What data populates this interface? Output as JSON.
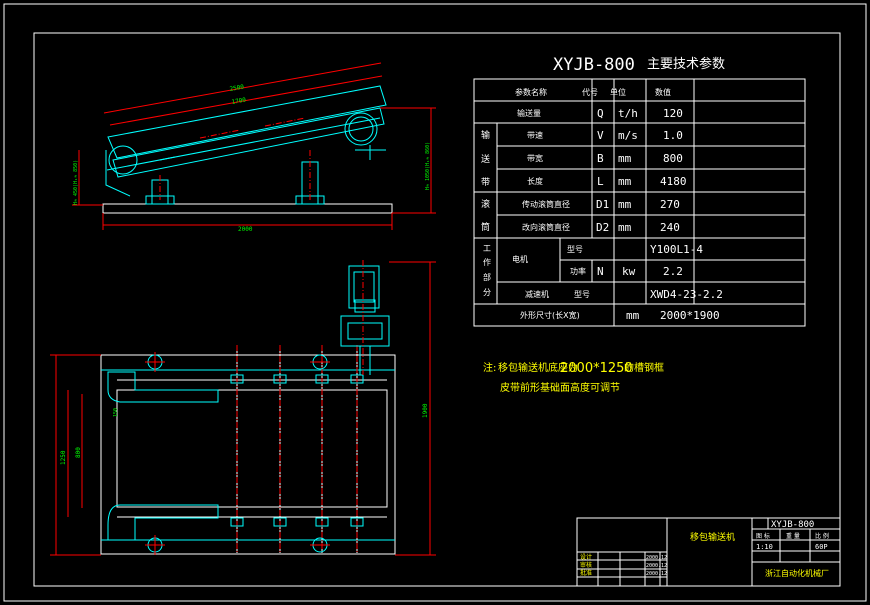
{
  "drawing": {
    "title_model": "XYJB-800",
    "title_text": "主要技术参数",
    "dim_top_2500": "2500",
    "dim_top_1700": "1700",
    "dim_side_left": "H≈ 450(H₁≈ 850)",
    "dim_side_right": "H≈ 1050(H₁≈ 860)",
    "dim_base_2000": "2000",
    "dim_plan_1900": "1900",
    "dim_plan_1250": "1250",
    "dim_plan_800": "800",
    "dim_plan_h": "150"
  },
  "params_table": {
    "header": [
      "参数名称",
      "代号",
      "单位",
      "数值"
    ],
    "rows": [
      {
        "group": "",
        "name": "输送量",
        "code": "Q",
        "unit": "t/h",
        "value": "120"
      },
      {
        "group": "输",
        "name": "带速",
        "code": "V",
        "unit": "m/s",
        "value": "1.0"
      },
      {
        "group": "送",
        "name": "带宽",
        "code": "B",
        "unit": "mm",
        "value": "800"
      },
      {
        "group": "带",
        "name": "长度",
        "code": "L",
        "unit": "mm",
        "value": "4180"
      },
      {
        "group": "滚",
        "name": "传动滚筒直径",
        "code": "D1",
        "unit": "mm",
        "value": "270"
      },
      {
        "group": "筒",
        "name": "改向滚筒直径",
        "code": "D2",
        "unit": "mm",
        "value": "240"
      }
    ],
    "motor_group": [
      "工",
      "作",
      "部",
      "分"
    ],
    "motor_label": "电机",
    "motor_type_label": "型号",
    "motor_type_value": "Y100L1-4",
    "motor_power_label": "功率",
    "motor_power_code": "N",
    "motor_power_unit": "kw",
    "motor_power_value": "2.2",
    "reducer_label": "减速机",
    "reducer_type_label": "型号",
    "reducer_value": "XWD4-23-2.2",
    "overall_label": "外形尺寸(长X宽)",
    "overall_unit": "mm",
    "overall_value": "2000*1900"
  },
  "notes": {
    "line1_prefix": "注:",
    "line1_a": "移包输送机底座为",
    "line1_dim": "2000*1250",
    "line1_b": "的槽钢框",
    "line2": "皮带前形基础面高度可调节"
  },
  "title_block": {
    "name": "移包输送机",
    "drawing_no": "XYJB-800",
    "labels_row1": [
      "图 标",
      "重 量",
      "比 例"
    ],
    "labels_row2": [
      "1:10",
      "",
      "60P"
    ],
    "designer": "设计",
    "checker": "审核",
    "approver": "批准",
    "date1": "2000.12",
    "date2": "2000.12",
    "date3": "2000.12",
    "company": "浙江自动化机械厂"
  },
  "colors": {
    "background": "#000000",
    "frame": "#ffffff",
    "table": "#ffffff",
    "outline": "#00ffff",
    "dimension": "#ff0000",
    "label": "#ffff00",
    "dim_text": "#00ff00"
  }
}
